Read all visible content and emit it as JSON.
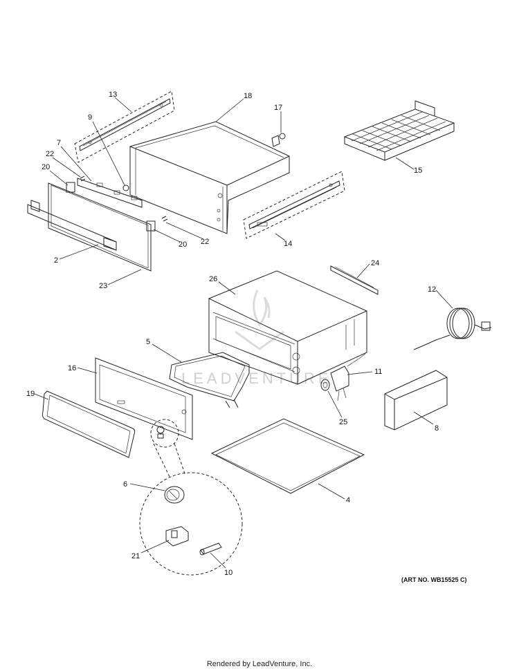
{
  "diagram": {
    "parts": [
      {
        "num": "13"
      },
      {
        "num": "18"
      },
      {
        "num": "17"
      },
      {
        "num": "9"
      },
      {
        "num": "7"
      },
      {
        "num": "22"
      },
      {
        "num": "20"
      },
      {
        "num": "15"
      },
      {
        "num": "2"
      },
      {
        "num": "20"
      },
      {
        "num": "22"
      },
      {
        "num": "14"
      },
      {
        "num": "23"
      },
      {
        "num": "26"
      },
      {
        "num": "24"
      },
      {
        "num": "12"
      },
      {
        "num": "5"
      },
      {
        "num": "16"
      },
      {
        "num": "11"
      },
      {
        "num": "19"
      },
      {
        "num": "25"
      },
      {
        "num": "8"
      },
      {
        "num": "4"
      },
      {
        "num": "6"
      },
      {
        "num": "21"
      },
      {
        "num": "10"
      }
    ],
    "watermark": "LEADVENTURE",
    "art_number": "(ART NO. WB15525 C)",
    "footer": "Rendered by LeadVenture, Inc."
  }
}
